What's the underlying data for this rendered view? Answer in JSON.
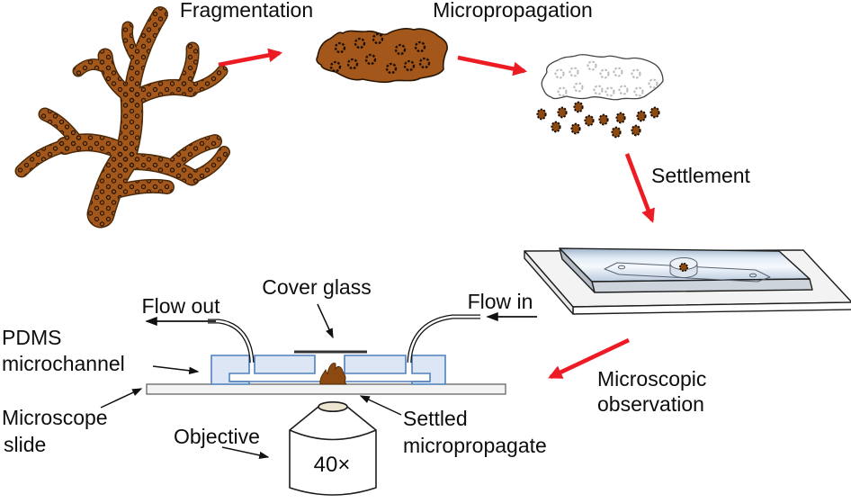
{
  "figure": {
    "description": "Coral micropropagation and microfluidic settlement observation workflow diagram"
  },
  "steps": {
    "fragmentation": "Fragmentation",
    "micropropagation": "Micropropagation",
    "settlement": "Settlement",
    "microscopic_observation": [
      "Microscopic",
      "observation"
    ]
  },
  "device": {
    "flow_out": "Flow out",
    "cover_glass": "Cover glass",
    "flow_in": "Flow in",
    "pdms_microchannel": [
      "PDMS",
      "microchannel"
    ],
    "microscope_slide": [
      "Microscope",
      "slide"
    ],
    "objective": "Objective",
    "magnification": "40×",
    "settled_micropropagate": [
      "Settled",
      "micropropagate"
    ]
  },
  "colors": {
    "coral": "#a3571b",
    "coral_outline": "#4a2a0a",
    "polyp_dark": "#2b1804",
    "skeleton_polyp": "#bdbdbd",
    "propagule": "#8d4a10",
    "arrow_red": "#ed1c24",
    "pdms_fill": "#dce6f4",
    "pdms_stroke": "#4f81bd",
    "slide_fill": "#f3f3f3",
    "cover_glass": "#333333"
  }
}
